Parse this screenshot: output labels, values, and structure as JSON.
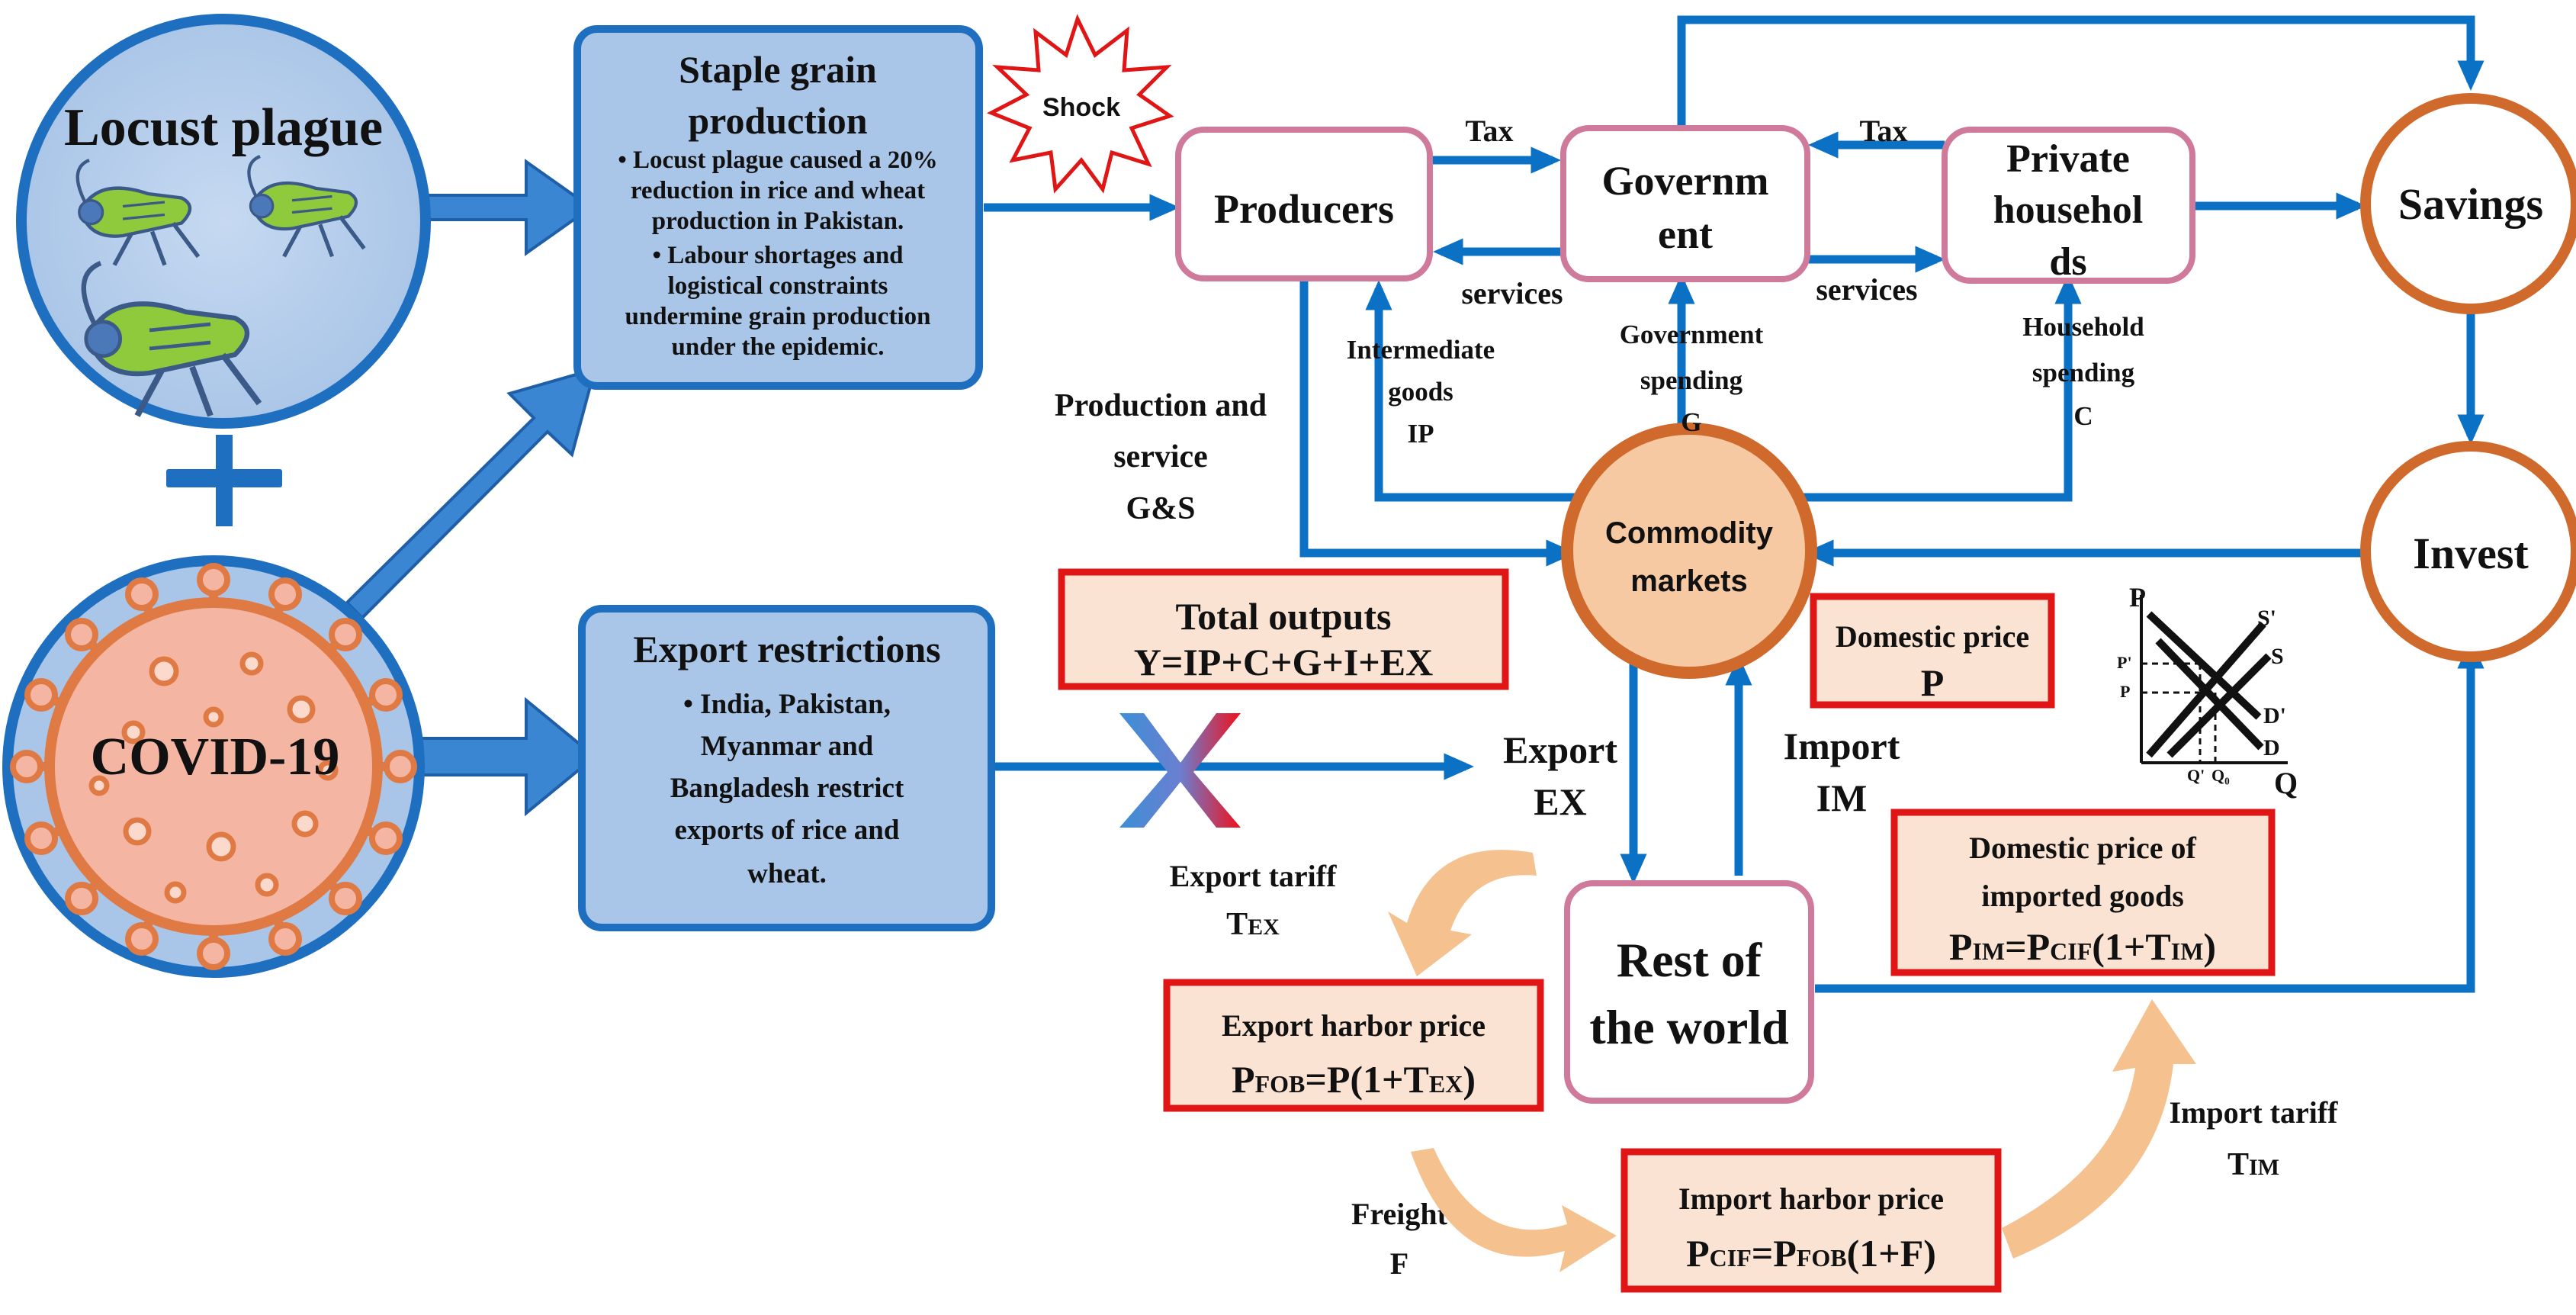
{
  "colors": {
    "flow_arrow": "#0b71c4",
    "blue_box_fill": "#a9c6e9",
    "blue_box_border": "#1f6fc0",
    "pink_border": "#d07a9b",
    "orange_border": "#cf6a2c",
    "commodity_fill": "#f6c9a3",
    "red_border": "#e01515",
    "formula_fill": "#fbe3d3",
    "curved_arrow": "#f5c28f",
    "virus_fill": "#f4b6a2",
    "virus_ring": "#e07a45",
    "locust_green": "#8fca3c"
  },
  "drivers": {
    "locust": {
      "title": "Locust plague",
      "icon": "locust-icon"
    },
    "covid": {
      "title": "COVID-19",
      "icon": "virus-icon"
    }
  },
  "staple_box": {
    "title_lines": [
      "Staple grain",
      "production"
    ],
    "bullets_lines": [
      "• Locust plague caused a 20%",
      "reduction in rice and wheat",
      "production in Pakistan.",
      "• Labour shortages and",
      "logistical constraints",
      "undermine grain production",
      "under the epidemic."
    ]
  },
  "export_box": {
    "title": "Export restrictions",
    "bullet_lines": [
      "• India, Pakistan,",
      "Myanmar and",
      "Bangladesh restrict",
      "exports of rice and",
      "wheat."
    ]
  },
  "shock_label": "Shock",
  "nodes": {
    "producers": "Producers",
    "government_lines": [
      "Governm",
      "ent"
    ],
    "households_lines": [
      "Private",
      "househol",
      "ds"
    ],
    "savings": "Savings",
    "invest": "Invest",
    "commodity_lines": [
      "Commodity",
      "markets"
    ],
    "rest_lines": [
      "Rest of",
      "the world"
    ]
  },
  "flow_labels": {
    "tax_left": "Tax",
    "tax_right": "Tax",
    "services_left": "services",
    "services_right": "services",
    "intermediate_lines": [
      "Intermediate",
      "goods",
      "IP"
    ],
    "gov_spending_lines": [
      "Government",
      "spending",
      "G"
    ],
    "hh_spending_lines": [
      "Household",
      "spending",
      "C"
    ],
    "production_lines": [
      "Production and",
      "service",
      "G&S"
    ],
    "export_lines": [
      "Export",
      "EX"
    ],
    "import_lines": [
      "Import",
      "IM"
    ],
    "export_tariff": {
      "text": "Export tariff",
      "sym": "T",
      "sub": "EX"
    },
    "freight_lines": [
      "Freight",
      "F"
    ],
    "import_tariff": {
      "text": "Import tariff",
      "sym": "T",
      "sub": "IM"
    }
  },
  "formula_boxes": {
    "total_outputs": {
      "title": "Total outputs",
      "formula": "Y=IP+C+G+I+EX"
    },
    "domestic_price": {
      "title": "Domestic price",
      "symbol": "P"
    },
    "domestic_imported": {
      "title_lines": [
        "Domestic price of",
        "imported goods"
      ],
      "lhs": "P",
      "lhs_sub": "IM",
      "mid": "=P",
      "mid_sub": "CIF",
      "rest": "(1+T",
      "rest_sub": "IM",
      "end": ")"
    },
    "export_harbor": {
      "title": "Export harbor price",
      "lhs": "P",
      "lhs_sub": "FOB",
      "mid": "=P(1+T",
      "mid_sub": "EX",
      "end": ")"
    },
    "import_harbor": {
      "title": "Import harbor price",
      "lhs": "P",
      "lhs_sub": "CIF",
      "mid": "=P",
      "mid_sub": "FOB",
      "end": "(1+F)"
    }
  },
  "supply_demand": {
    "axis_y": "P",
    "axis_x": "Q",
    "labels": {
      "s_prime": "S'",
      "s": "S",
      "d_prime": "D'",
      "d": "D",
      "p_prime": "P'",
      "p": "P",
      "q_prime": "Q'",
      "q0": "Q₀"
    }
  }
}
